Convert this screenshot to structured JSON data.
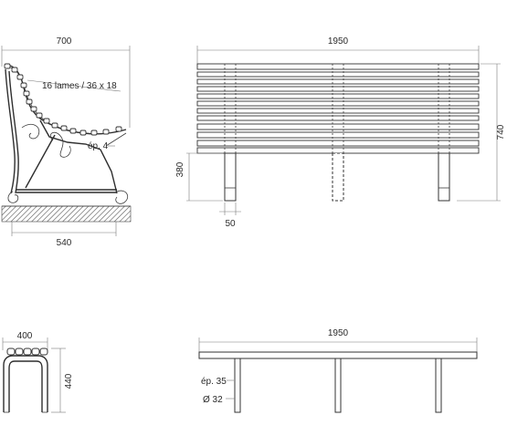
{
  "labels": {
    "bench_depth": "700",
    "slats_note": "16 lames / 36 x 18",
    "frame_thickness": "ép. 4",
    "bench_foot_span": "540",
    "bench_length": "1950",
    "total_height": "740",
    "seat_height": "380",
    "leg_width": "50",
    "stool_depth": "400",
    "stool_height": "440",
    "stool_length": "1950",
    "top_thickness": "ép. 35",
    "leg_diameter": "Ø 32"
  },
  "colors": {
    "line": "#3a3a3a",
    "hatch": "#555555",
    "text": "#2b2b2b"
  }
}
